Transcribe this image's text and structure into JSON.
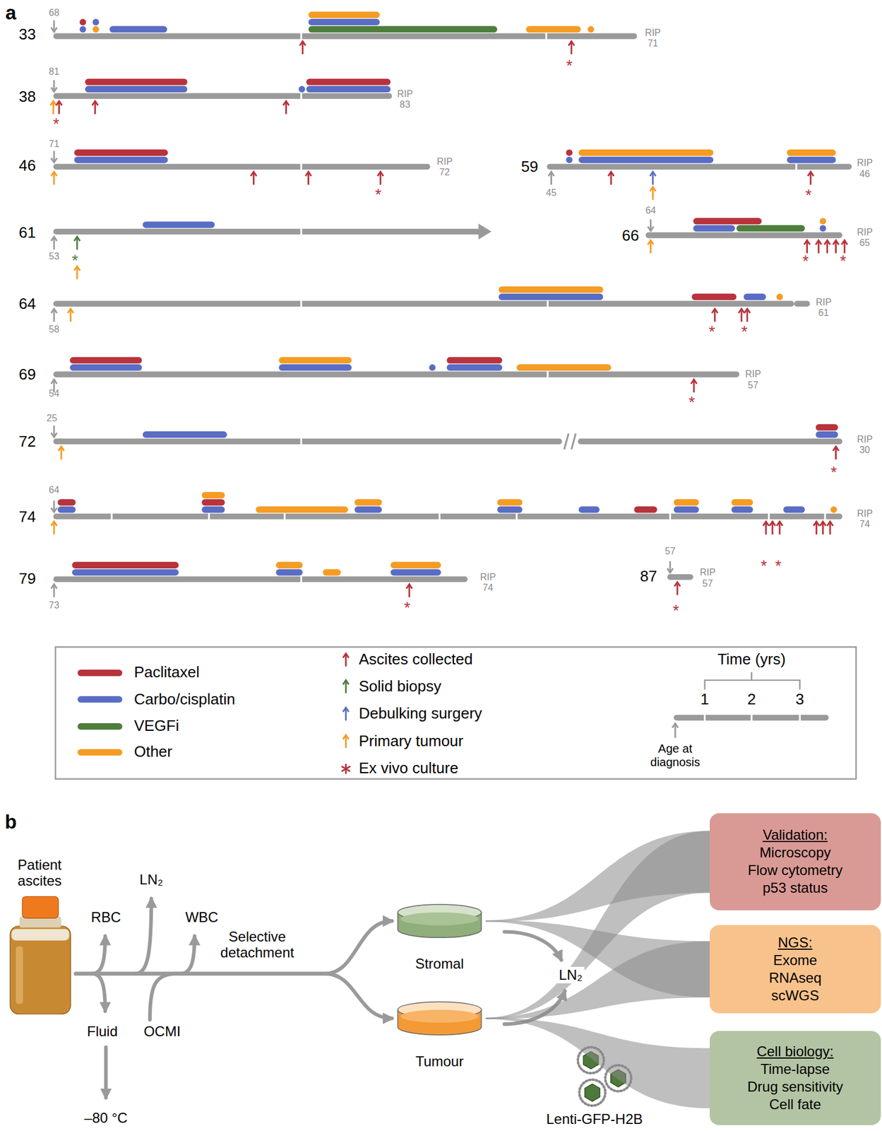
{
  "diagram": {
    "nodes": [
      {
        "text": [
          "Patient ascites"
        ]
      },
      {
        "text": [
          "Stromal"
        ]
      },
      {
        "text": [
          "Tumour"
        ]
      },
      {
        "text": [
          "Validation:",
          "Microscopy",
          "Flow cytometry",
          "p53 status"
        ]
      },
      {
        "text": [
          "NGS:",
          "Exome",
          "RNAseq",
          "scWGS"
        ]
      },
      {
        "text": [
          "Cell biology:",
          "Time-lapse",
          "Drug sensitivity",
          "Cell fate"
        ]
      }
    ],
    "edges": [
      {
        "from": 0,
        "to": 1,
        "arrow": "to"
      },
      {
        "from": 0,
        "to": 2,
        "arrow": "to"
      },
      {
        "from": 1,
        "to": 3,
        "arrow": "none"
      },
      {
        "from": 1,
        "to": 4,
        "arrow": "none"
      },
      {
        "from": 2,
        "to": 3,
        "arrow": "none"
      },
      {
        "from": 2,
        "to": 4,
        "arrow": "none"
      },
      {
        "from": 2,
        "to": 5,
        "arrow": "none"
      }
    ],
    "labels": [
      "a",
      "33",
      "68",
      "RIP 71",
      "*",
      "38",
      "81",
      "RIP 83",
      "*",
      "46",
      "71",
      "RIP 72",
      "*",
      "59",
      "45",
      "RIP 46",
      "*",
      "61",
      "53",
      "*",
      "66",
      "64",
      "RIP 65",
      "*",
      "*",
      "64",
      "58",
      "RIP 61",
      "*",
      "*",
      "69",
      "54",
      "RIP 57",
      "*",
      "72",
      "25",
      "RIP 30",
      "*",
      "74",
      "64",
      "RIP 74",
      "*",
      "*",
      "79",
      "73",
      "RIP 74",
      "*",
      "87",
      "57",
      "RIP 57",
      "*",
      "Time (yrs)",
      "1",
      "2",
      "3",
      "Age at diagnosis",
      "b",
      "RBC",
      "LN₂",
      "WBC",
      "Fluid",
      "OCMI",
      "–80 °C",
      "Selective detachment",
      "LN₂",
      "Lenti-GFP-H2B"
    ],
    "legend": [
      {
        "text": "Paclitaxel",
        "color": "#b8333c"
      },
      {
        "text": "Carbo/cisplatin",
        "color": "#5a6dc4"
      },
      {
        "text": "VEGFi",
        "color": "#4d7e3c"
      },
      {
        "text": "Other",
        "color": "#f59c24"
      },
      {
        "text": "Ascites collected"
      },
      {
        "text": "Solid biopsy"
      },
      {
        "text": "Debulking surgery"
      },
      {
        "text": "Primary tumour"
      },
      {
        "text": "Ex vivo culture"
      }
    ]
  }
}
